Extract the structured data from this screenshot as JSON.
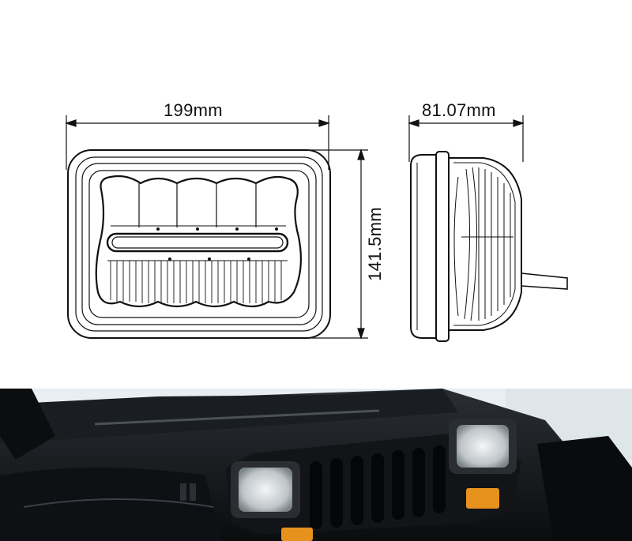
{
  "dimensions": {
    "width_label": "199mm",
    "height_label": "141.5mm",
    "depth_label": "81.07mm"
  },
  "colors": {
    "line": "#111111",
    "background": "#ffffff",
    "jeep_body": "#0d0f12",
    "headlight": "#d9dde0",
    "amber_light": "#e8921e"
  },
  "photo": {
    "subject": "jeep-front-with-headlights"
  }
}
